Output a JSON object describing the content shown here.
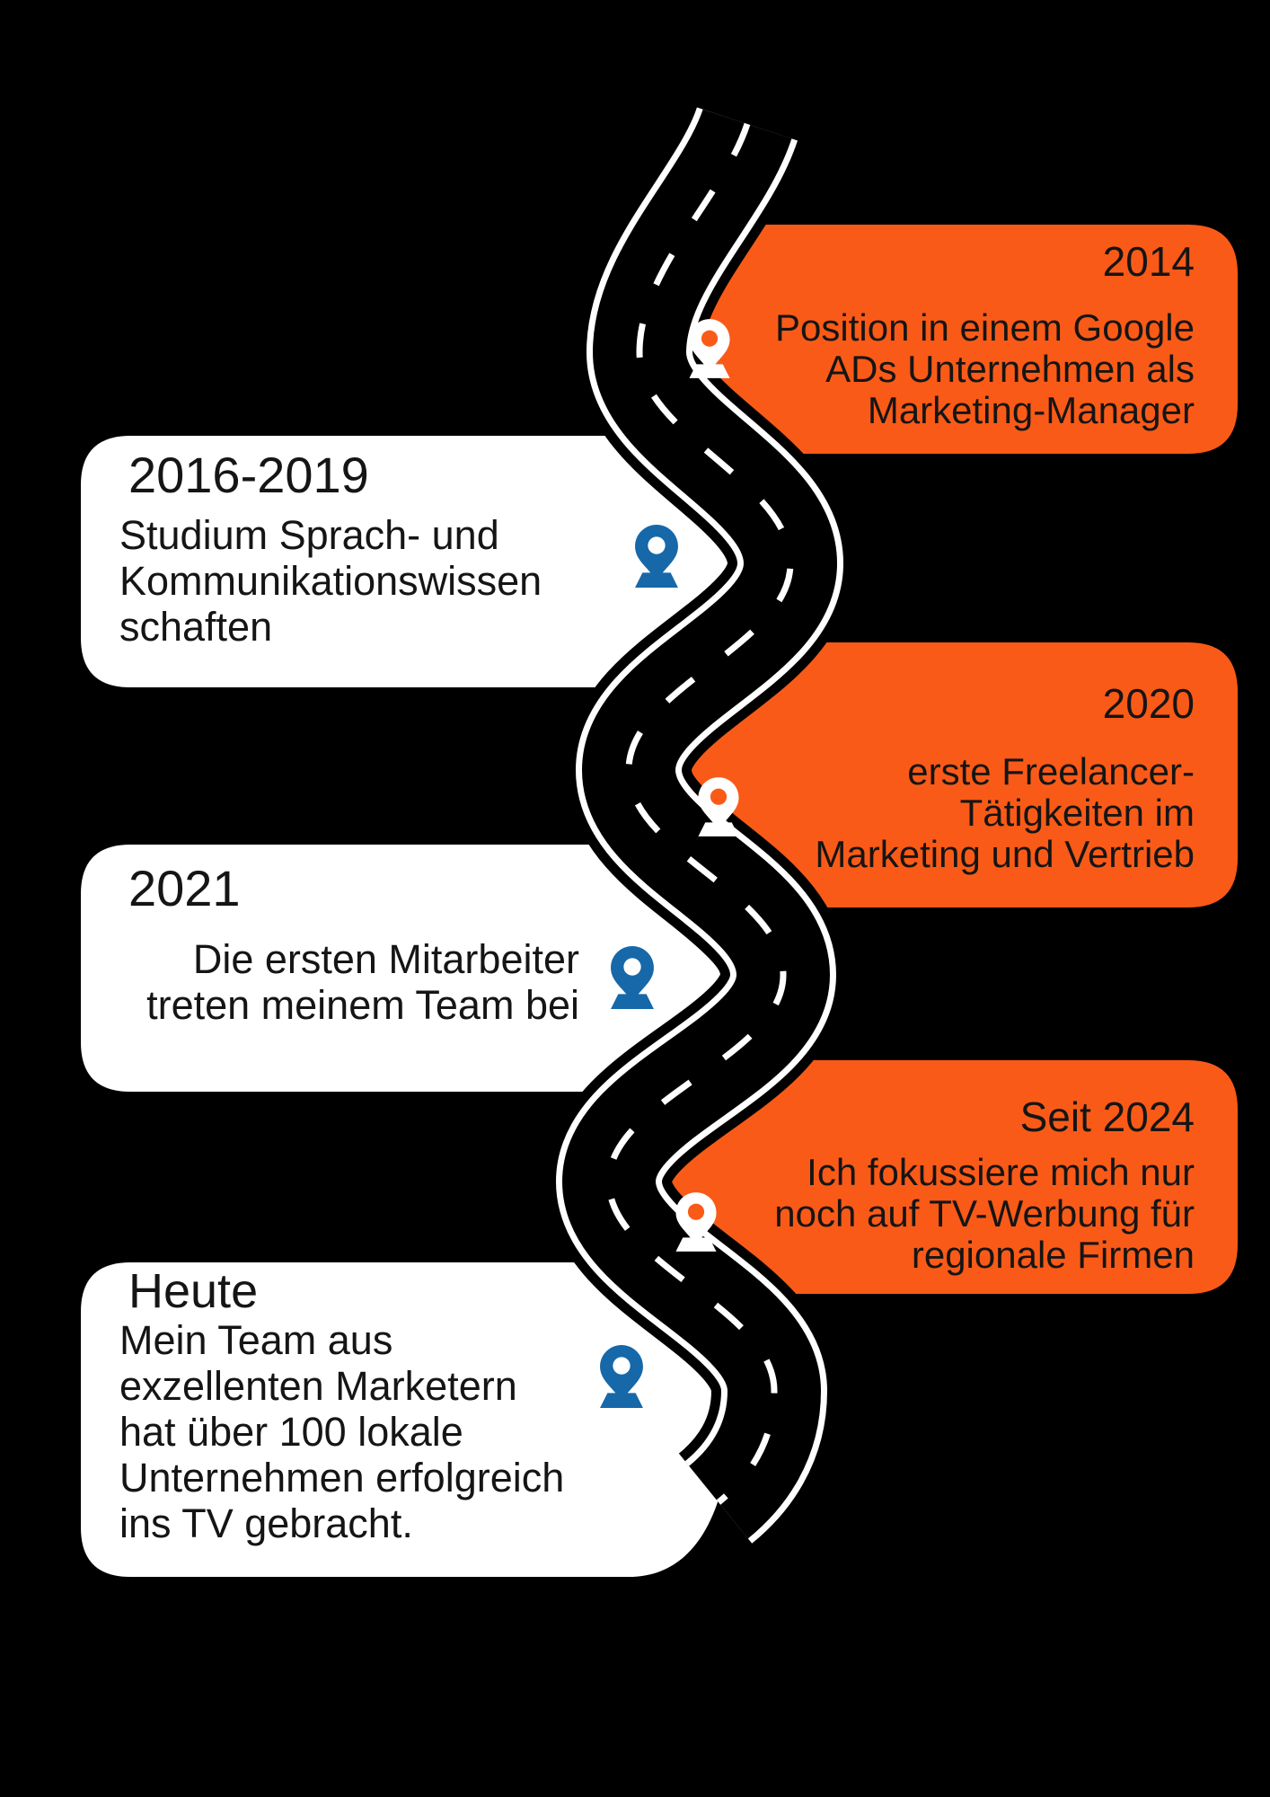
{
  "infographic": {
    "kind": "career-roadmap-timeline",
    "colors": {
      "background": "#000000",
      "card_orange": "#FA5A17",
      "card_white": "#FFFFFF",
      "text_dark": "#151515",
      "road_fill": "#000000",
      "road_edge": "#FFFFFF",
      "road_dash": "#FFFFFF",
      "pin_blue": "#1668A9",
      "pin_white": "#FFFFFF"
    },
    "road": {
      "icon": "winding-road",
      "direction": "top-to-bottom"
    },
    "items": [
      {
        "year": "2014",
        "side": "right",
        "card_color": "#FA5A17",
        "pin_color": "#FFFFFF",
        "lines": [
          "Position in einem Google",
          "ADs Unternehmen als",
          "Marketing-Manager"
        ]
      },
      {
        "year": "2016-2019",
        "side": "left",
        "card_color": "#FFFFFF",
        "pin_color": "#1668A9",
        "lines": [
          "Studium Sprach- und",
          "Kommunikationswissen",
          "schaften"
        ]
      },
      {
        "year": "2020",
        "side": "right",
        "card_color": "#FA5A17",
        "pin_color": "#FFFFFF",
        "lines": [
          "erste Freelancer-",
          "Tätigkeiten im",
          "Marketing und Vertrieb"
        ]
      },
      {
        "year": "2021",
        "side": "left",
        "card_color": "#FFFFFF",
        "pin_color": "#1668A9",
        "lines": [
          "Die ersten Mitarbeiter",
          "treten meinem Team bei"
        ]
      },
      {
        "year": "Seit 2024",
        "side": "right",
        "card_color": "#FA5A17",
        "pin_color": "#FFFFFF",
        "lines": [
          "Ich fokussiere mich nur",
          "noch auf TV-Werbung für",
          "regionale Firmen"
        ]
      },
      {
        "year": "Heute",
        "side": "left",
        "card_color": "#FFFFFF",
        "pin_color": "#1668A9",
        "lines": [
          "Mein Team aus",
          "exzellenten Marketern",
          "hat über 100 lokale",
          "Unternehmen erfolgreich",
          "ins TV gebracht."
        ]
      }
    ]
  }
}
